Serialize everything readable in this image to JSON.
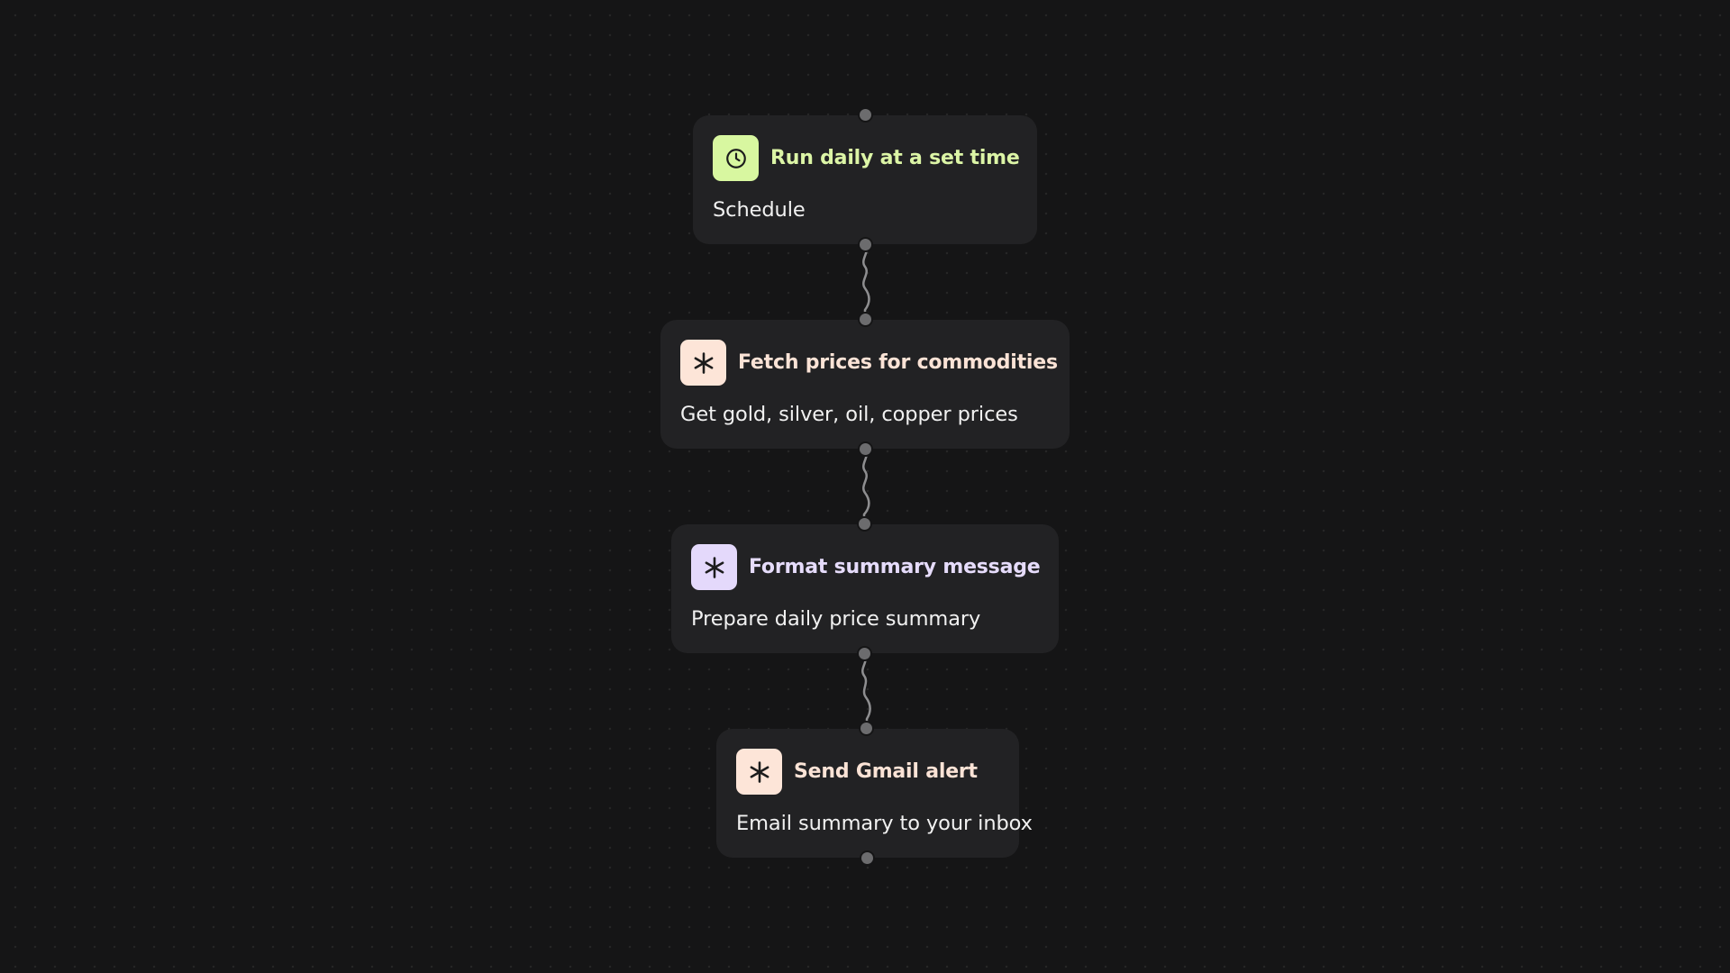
{
  "workflow": {
    "nodes": [
      {
        "title": "Run daily at a set time",
        "description": "Schedule",
        "icon": "clock-icon",
        "icon_bg": "#d8f7a0",
        "title_color": "#dcf5a6"
      },
      {
        "title": "Fetch prices for commodities",
        "description": "Get gold, silver, oil, copper prices",
        "icon": "asterisk-icon",
        "icon_bg": "#fde5d8",
        "title_color": "#fbe3d6"
      },
      {
        "title": "Format summary message",
        "description": "Prepare daily price summary",
        "icon": "asterisk-icon",
        "icon_bg": "#e4d9fb",
        "title_color": "#e6dcfb"
      },
      {
        "title": "Send Gmail alert",
        "description": "Email summary to your inbox",
        "icon": "asterisk-icon",
        "icon_bg": "#fde5d8",
        "title_color": "#fbe3d6"
      }
    ]
  }
}
